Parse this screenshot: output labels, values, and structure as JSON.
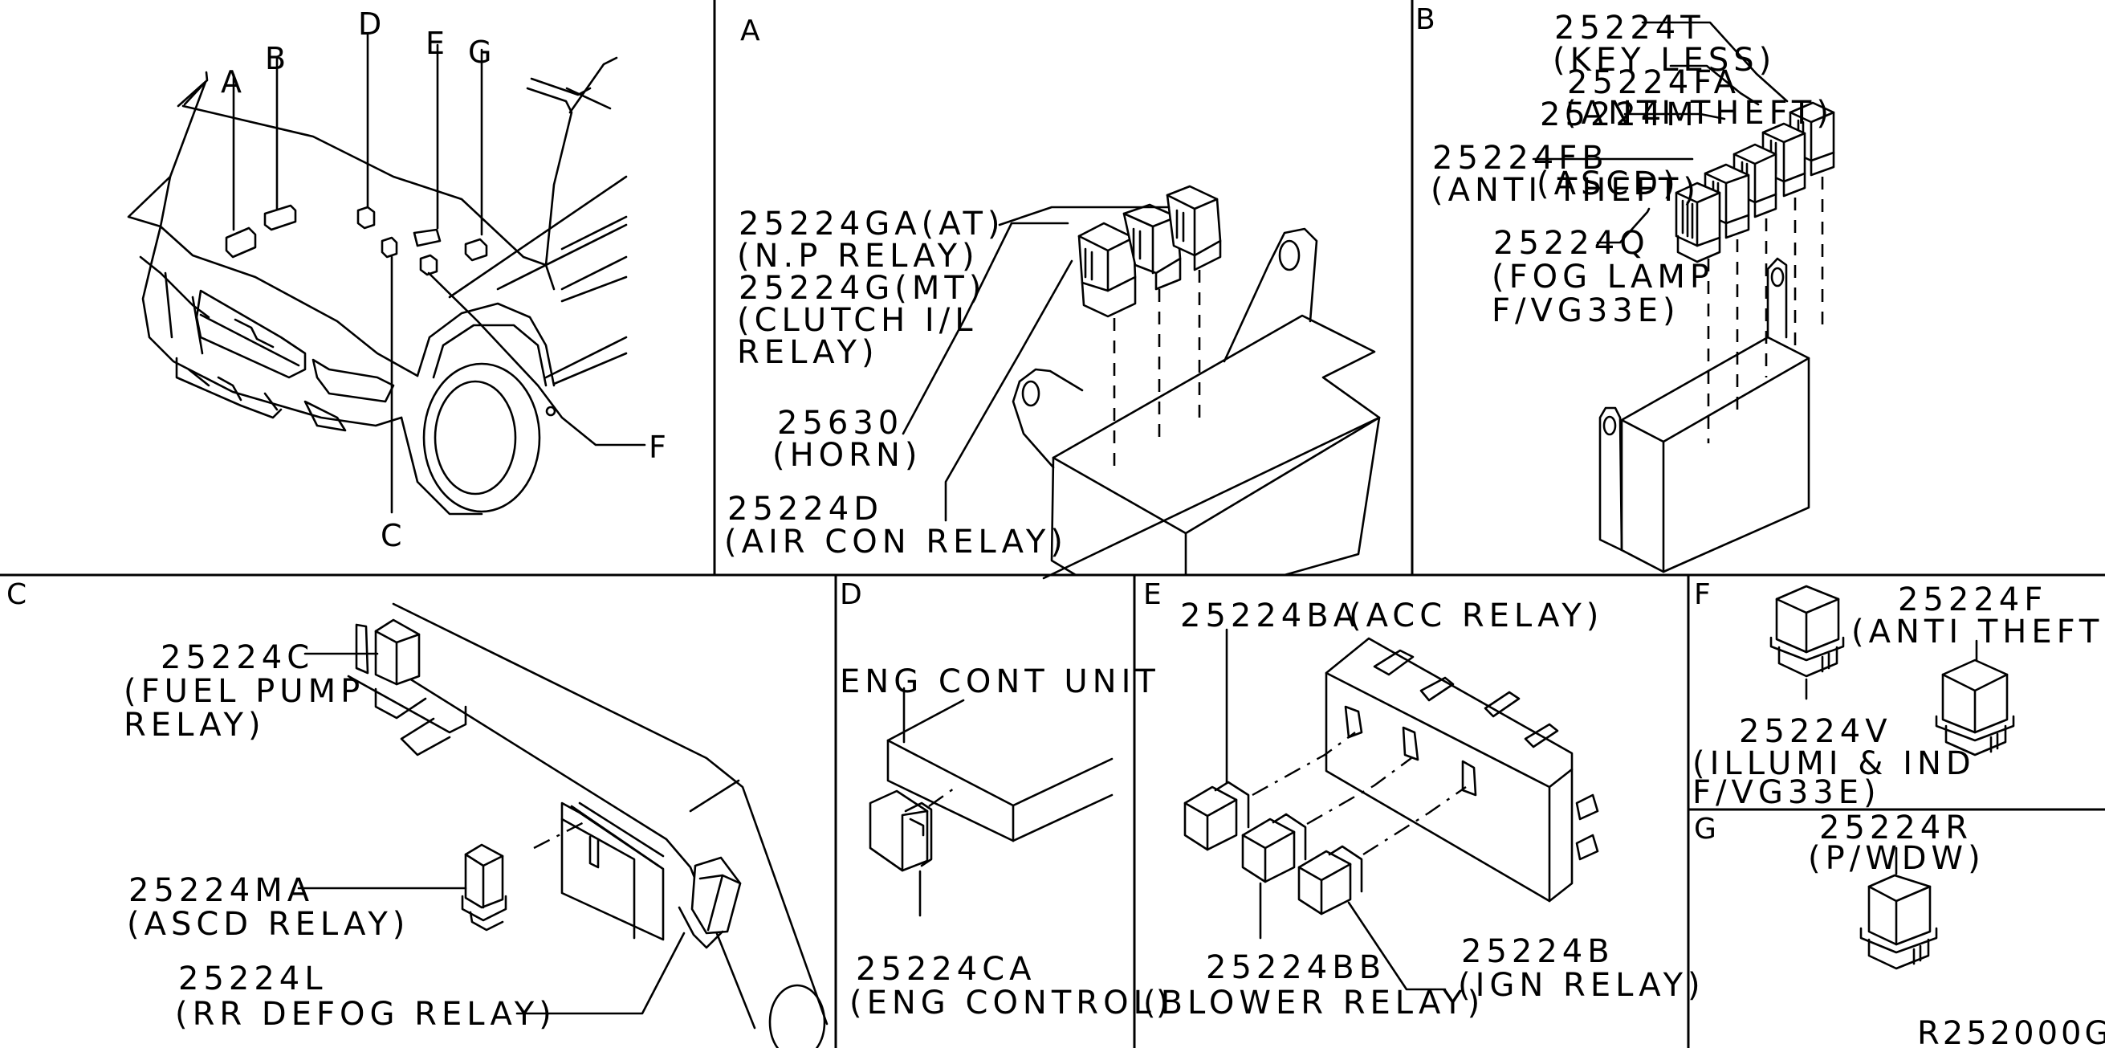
{
  "diagram": {
    "reference_code": "R252000G",
    "overview": {
      "callouts": [
        "A",
        "B",
        "C",
        "D",
        "E",
        "F",
        "G"
      ]
    },
    "panels": {
      "A": {
        "letter": "A",
        "parts": [
          {
            "part_no": "25224GA(AT)",
            "desc": "(N.P RELAY)"
          },
          {
            "part_no": "25224G(MT)",
            "desc": "(CLUTCH I/L",
            "desc2": "RELAY)"
          },
          {
            "part_no": "25630",
            "desc": "(HORN)"
          },
          {
            "part_no": "25224D",
            "desc": "(AIR CON RELAY)"
          }
        ]
      },
      "B": {
        "letter": "B",
        "parts": [
          {
            "part_no": "25224T",
            "desc": "(KEY LESS)"
          },
          {
            "part_no": "25224FA",
            "desc": "(ANTI THEFT)"
          },
          {
            "part_no": "25224M",
            "desc": "(ASCD)"
          },
          {
            "part_no": "25224FB",
            "desc": "(ANTI THEFT)"
          },
          {
            "part_no": "25224Q",
            "desc": "(FOG LAMP",
            "desc2": "F/VG33E)"
          }
        ]
      },
      "C": {
        "letter": "C",
        "parts": [
          {
            "part_no": "25224C",
            "desc": "(FUEL PUMP",
            "desc2": "RELAY)"
          },
          {
            "part_no": "25224MA",
            "desc": "(ASCD RELAY)"
          },
          {
            "part_no": "25224L",
            "desc": "(RR DEFOG RELAY)"
          }
        ]
      },
      "D": {
        "letter": "D",
        "unit_label": "ENG CONT UNIT",
        "parts": [
          {
            "part_no": "25224CA",
            "desc": "(ENG CONTROL)"
          }
        ]
      },
      "E": {
        "letter": "E",
        "parts": [
          {
            "part_no": "25224BA",
            "desc": "(ACC RELAY)"
          },
          {
            "part_no": "25224BB",
            "desc": "(BLOWER RELAY)"
          },
          {
            "part_no": "25224B",
            "desc": "(IGN RELAY)"
          }
        ]
      },
      "F": {
        "letter": "F",
        "parts": [
          {
            "part_no": "25224F",
            "desc": "(ANTI THEFT)"
          },
          {
            "part_no": "25224V",
            "desc": "(ILLUMI & IND",
            "desc2": "F/VG33E)"
          }
        ]
      },
      "G": {
        "letter": "G",
        "parts": [
          {
            "part_no": "25224R",
            "desc": "(P/WDW)"
          }
        ]
      }
    }
  }
}
